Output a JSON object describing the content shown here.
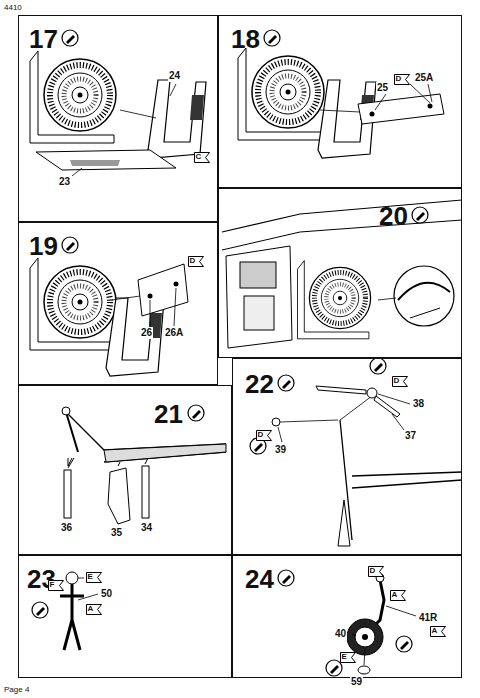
{
  "diagram": {
    "nodes": [
      {
        "text": [
          "17"
        ]
      },
      {
        "text": [
          "C"
        ],
        "in": 0
      },
      {
        "text": [
          "18"
        ]
      },
      {
        "text": [
          "D"
        ],
        "in": 2
      },
      {
        "text": [
          "19"
        ]
      },
      {
        "text": [
          "D"
        ],
        "in": 4
      },
      {
        "text": [
          "20"
        ]
      },
      {
        "text": [
          "21"
        ]
      },
      {
        "text": [
          "22"
        ]
      },
      {
        "text": [
          "D"
        ],
        "in": 8
      },
      {
        "text": [
          "D"
        ],
        "in": 8
      },
      {
        "text": [
          "23"
        ]
      },
      {
        "text": [
          "E"
        ],
        "in": 11
      },
      {
        "text": [
          "F"
        ],
        "in": 11
      },
      {
        "text": [
          "A"
        ],
        "in": 11
      },
      {
        "text": [
          "24"
        ]
      },
      {
        "text": [
          "D"
        ],
        "in": 15
      },
      {
        "text": [
          "A"
        ],
        "in": 15
      },
      {
        "text": [
          "A"
        ],
        "in": 15
      },
      {
        "text": [
          "E"
        ],
        "in": 15
      }
    ],
    "labels": [
      "4410",
      "24",
      "23",
      "25",
      "25A",
      "26",
      "26A",
      "36",
      "35",
      "34",
      "38",
      "37",
      "39",
      "50",
      "41R",
      "40",
      "59",
      "Page 4"
    ]
  }
}
